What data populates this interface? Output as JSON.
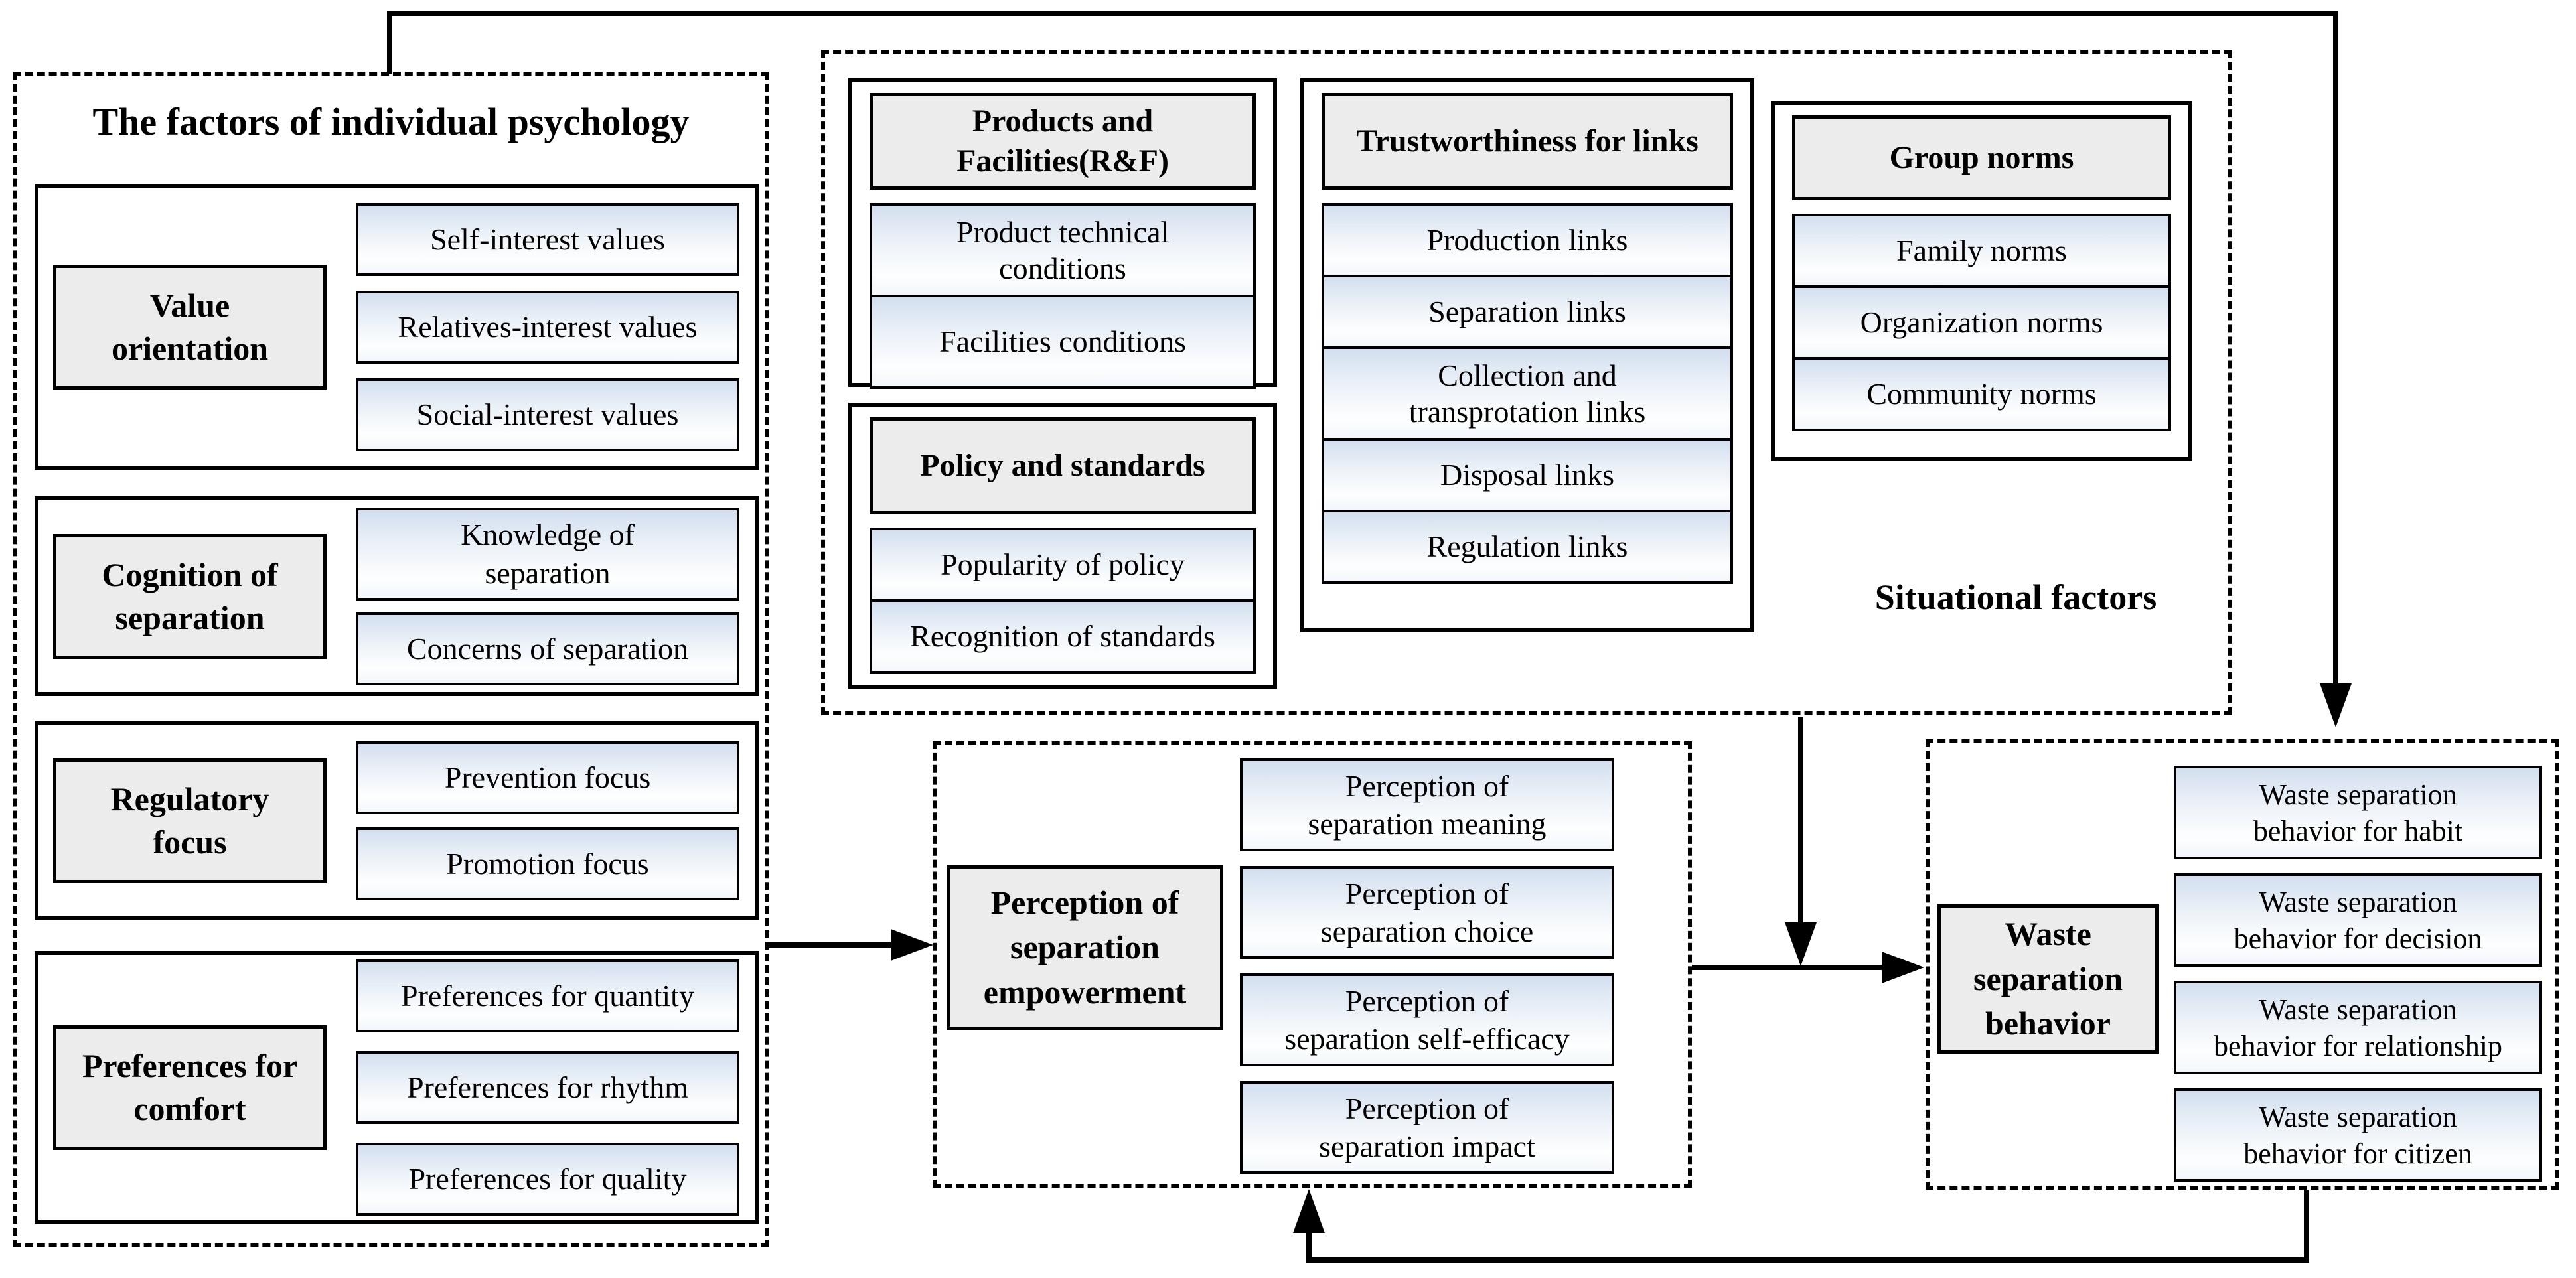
{
  "colors": {
    "background": "#ffffff",
    "line": "#000000",
    "gray_box_fill": "#ececec",
    "blue_item_top": "#d3dfef",
    "blue_item_bottom": "#f3f7fb"
  },
  "psychology": {
    "title": "The factors of individual psychology",
    "groups": [
      {
        "label": "Value\norientation",
        "items": [
          "Self-interest values",
          "Relatives-interest values",
          "Social-interest values"
        ]
      },
      {
        "label": "Cognition of\nseparation",
        "items": [
          "Knowledge of\nseparation",
          "Concerns of separation"
        ]
      },
      {
        "label": "Regulatory\nfocus",
        "items": [
          "Prevention focus",
          "Promotion focus"
        ]
      },
      {
        "label": "Preferences for\ncomfort",
        "items": [
          "Preferences for quantity",
          "Preferences for rhythm",
          "Preferences for quality"
        ]
      }
    ]
  },
  "situational": {
    "label": "Situational factors",
    "groups": [
      {
        "header": "Products and\nFacilities(R&F)",
        "items": [
          "Product technical\nconditions",
          "Facilities conditions"
        ]
      },
      {
        "header": "Policy and standards",
        "items": [
          "Popularity of policy",
          "Recognition of standards"
        ]
      },
      {
        "header": "Trustworthiness for links",
        "items": [
          "Production links",
          "Separation links",
          "Collection and\ntransprotation links",
          "Disposal links",
          "Regulation links"
        ]
      },
      {
        "header": "Group norms",
        "items": [
          "Family norms",
          "Organization norms",
          "Community norms"
        ]
      }
    ]
  },
  "perception": {
    "label": "Perception of\nseparation\nempowerment",
    "items": [
      "Perception of\nseparation meaning",
      "Perception of\nseparation choice",
      "Perception of\nseparation self-efficacy",
      "Perception of\nseparation impact"
    ]
  },
  "behavior": {
    "label": "Waste\nseparation\nbehavior",
    "items": [
      "Waste separation\nbehavior for habit",
      "Waste separation\nbehavior for decision",
      "Waste separation\nbehavior for relationship",
      "Waste separation\nbehavior for citizen"
    ]
  }
}
